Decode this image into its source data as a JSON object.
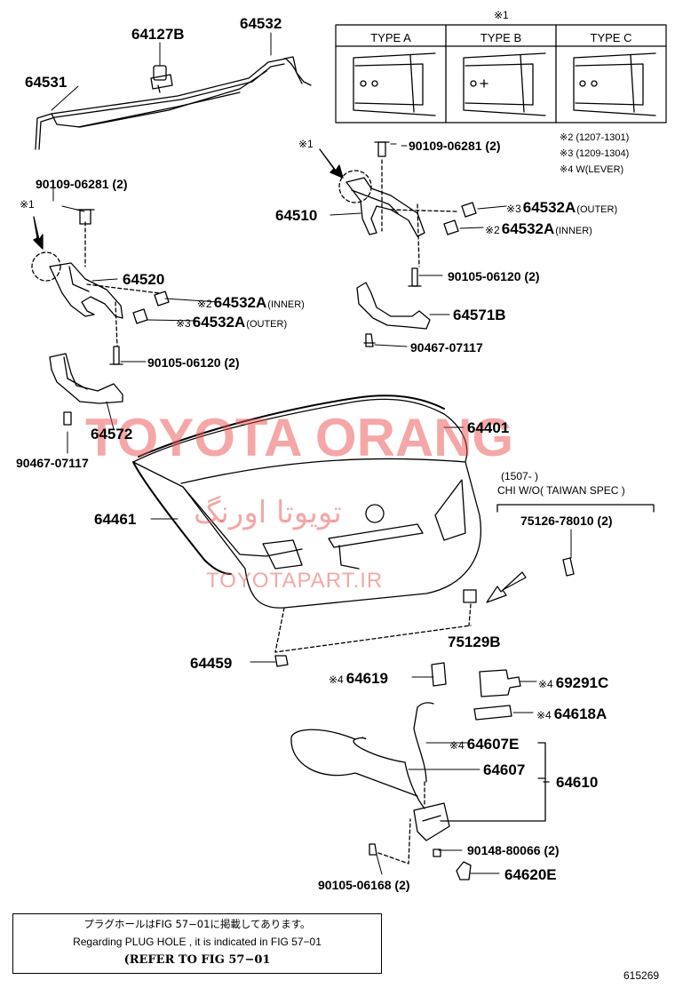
{
  "type_table": {
    "ref_mark": "※1",
    "headers": [
      "TYPE A",
      "TYPE B",
      "TYPE C"
    ]
  },
  "notes": {
    "n2": "※2 (1207-1301)",
    "n3": "※3 (1209-1304)",
    "n4": "※4 W(LEVER)",
    "spec_date": "(1507-          )",
    "spec_text": "CHI W/O( TAIWAN SPEC )"
  },
  "parts": {
    "p64127B": "64127B",
    "p64532": "64532",
    "p64531": "64531",
    "p90109_left": "90109-06281 (2)",
    "p90109_right": "90109-06281 (2)",
    "ref1_left": "※1",
    "ref1_right": "※1",
    "p64510": "64510",
    "p64520": "64520",
    "p64532A_right_outer_mark": "※3",
    "p64532A_right_outer": "64532A",
    "p64532A_right_outer_tag": "(OUTER)",
    "p64532A_right_inner_mark": "※2",
    "p64532A_right_inner": "64532A",
    "p64532A_right_inner_tag": "(INNER)",
    "p64532A_left_inner_mark": "※2",
    "p64532A_left_inner": "64532A",
    "p64532A_left_inner_tag": "(INNER)",
    "p64532A_left_outer_mark": "※3",
    "p64532A_left_outer": "64532A",
    "p64532A_left_outer_tag": "(OUTER)",
    "p90105_06120_right": "90105-06120 (2)",
    "p90105_06120_left": "90105-06120 (2)",
    "p64571B": "64571B",
    "p90467_right": "90467-07117",
    "p64572": "64572",
    "p90467_left": "90467-07117",
    "p64401": "64401",
    "p64461": "64461",
    "p75126": "75126-78010 (2)",
    "p75129B": "75129B",
    "p64459": "64459",
    "p64619_mark": "※4",
    "p64619": "64619",
    "p69291C_mark": "※4",
    "p69291C": "69291C",
    "p64618A_mark": "※4",
    "p64618A": "64618A",
    "p64607E_mark": "※4",
    "p64607E": "64607E",
    "p64607": "64607",
    "p64610": "64610",
    "p90148": "90148-80066 (2)",
    "p64620E": "64620E",
    "p90105_06168": "90105-06168 (2)"
  },
  "watermark": {
    "main": "TOYOTA ORANG",
    "arabic": "تویوتا اورنگ",
    "site": "TOYOTAPART.IR"
  },
  "footer": {
    "jp": "プラグホールはFIG 57−01に掲載してあります。",
    "en": "Regarding PLUG HOLE , it is indicated in FIG 57−01",
    "refer": "(REFER TO FIG 57−01"
  },
  "figure_number": "615269"
}
